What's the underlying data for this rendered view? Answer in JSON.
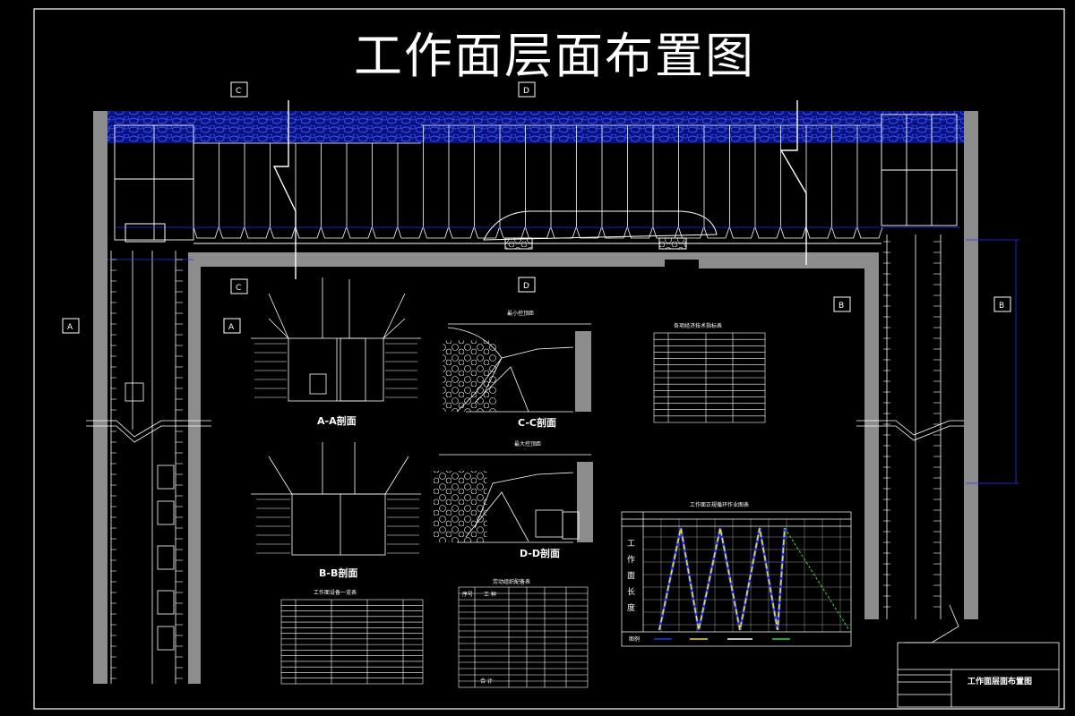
{
  "title": "工作面层面布置图",
  "section_markers": {
    "c_top": "C",
    "d_top": "D",
    "c_mid": "C",
    "d_mid": "D",
    "a_left": "A",
    "a_mid": "A",
    "b_mid": "B",
    "b_right": "B"
  },
  "section_titles": {
    "aa": "A-A剖面",
    "bb": "B-B剖面",
    "cc": "C-C剖面",
    "dd": "D-D剖面",
    "cc_header": "最小控顶距",
    "dd_header": "最大控顶距"
  },
  "tables": {
    "equipment_title": "工作面设备一览表",
    "labor_title": "劳动组织配备表",
    "tech_title": "各项经济技术指标表",
    "labor_headers": [
      "序号",
      "工 种"
    ],
    "labor_total": "合 计"
  },
  "cycle_chart": {
    "title": "工作面正规循环作业图表",
    "ylabel": "工作面长度",
    "ylabel_chars": [
      "工",
      "作",
      "面",
      "长",
      "度"
    ],
    "legend_label": "图例"
  },
  "title_block": {
    "drawing_name": "工作面层面布置图"
  },
  "colors": {
    "background": "#000000",
    "lines": "#ffffff",
    "gob": "#1a2bd0",
    "rock": "#8c8c8c",
    "dimension": "#2233ff",
    "series_yellow": "#f2e600",
    "series_green": "#33dd33"
  }
}
